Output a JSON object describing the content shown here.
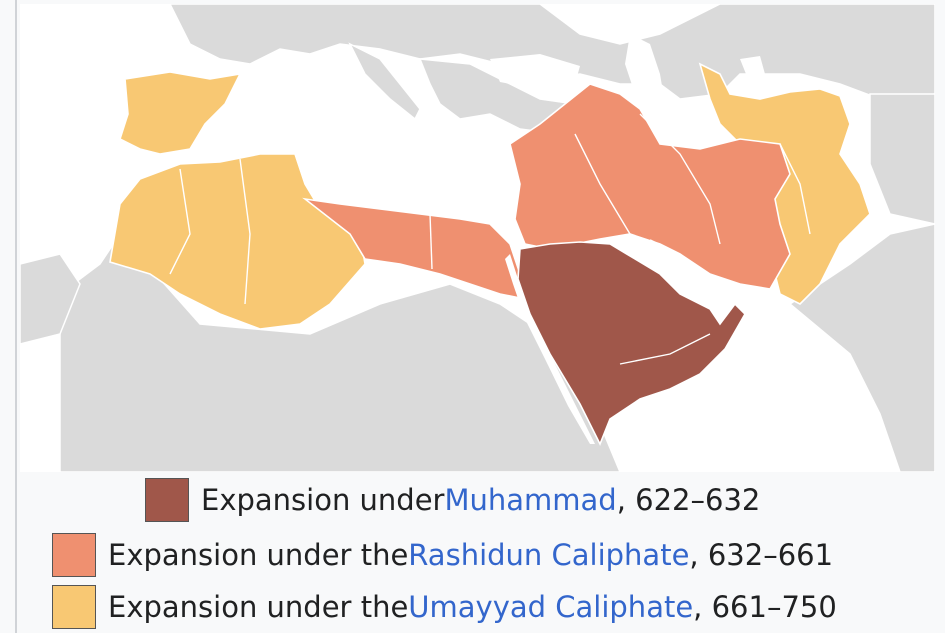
{
  "colors": {
    "muhammad": "#a0574a",
    "rashidun": "#ef9070",
    "umayyad": "#f8c873",
    "land": "#dadada",
    "sea": "#ffffff",
    "link": "#3366cc"
  },
  "legend": {
    "items": [
      {
        "prefix": "Expansion under ",
        "link": "Muhammad",
        "suffix": ", 622–632"
      },
      {
        "prefix": "Expansion under the ",
        "link": "Rashidun Caliphate",
        "suffix": ", 632–661"
      },
      {
        "prefix": "Expansion under the ",
        "link": "Umayyad Caliphate",
        "suffix": ", 661–750"
      }
    ]
  }
}
